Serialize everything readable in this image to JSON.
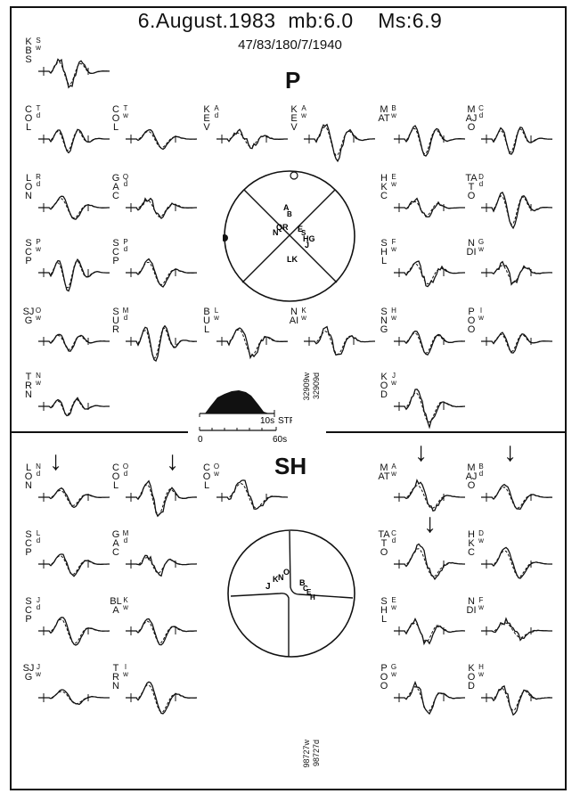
{
  "header": {
    "title": "6.August.1983  mb:6.0    Ms:6.9",
    "subtitle": "47/83/180/7/1940"
  },
  "p_section": {
    "label": "P",
    "stations": [
      {
        "code": "KBS",
        "letter": "S",
        "comp": "w"
      },
      {
        "code": "COL",
        "letter": "T",
        "comp": "d"
      },
      {
        "code": "COL",
        "letter": "T",
        "comp": "w"
      },
      {
        "code": "KEV",
        "letter": "A",
        "comp": "d"
      },
      {
        "code": "KEV",
        "letter": "A",
        "comp": "w"
      },
      {
        "code": "MAT",
        "letter": "B",
        "comp": "w"
      },
      {
        "code": "MAJO",
        "letter": "C",
        "comp": "d"
      },
      {
        "code": "LON",
        "letter": "R",
        "comp": "d"
      },
      {
        "code": "GAC",
        "letter": "Q",
        "comp": "d"
      },
      {
        "code": "HKC",
        "letter": "E",
        "comp": "w"
      },
      {
        "code": "TATO",
        "letter": "D",
        "comp": "d"
      },
      {
        "code": "SCP",
        "letter": "P",
        "comp": "w"
      },
      {
        "code": "SCP",
        "letter": "P",
        "comp": "d"
      },
      {
        "code": "SHL",
        "letter": "F",
        "comp": "w"
      },
      {
        "code": "NDI",
        "letter": "G",
        "comp": "w"
      },
      {
        "code": "SJG",
        "letter": "O",
        "comp": "w"
      },
      {
        "code": "SUR",
        "letter": "M",
        "comp": "d"
      },
      {
        "code": "BUL",
        "letter": "L",
        "comp": "w"
      },
      {
        "code": "NAI",
        "letter": "K",
        "comp": "w"
      },
      {
        "code": "SNG",
        "letter": "H",
        "comp": "w"
      },
      {
        "code": "POO",
        "letter": "I",
        "comp": "w"
      },
      {
        "code": "TRN",
        "letter": "N",
        "comp": "w"
      },
      {
        "code": "KOD",
        "letter": "J",
        "comp": "w"
      }
    ],
    "stf_label": "STF",
    "stf_tick": "10s",
    "time_scale": "60s",
    "time_zero": "0",
    "amp_w": "32909w",
    "amp_d": "32909d"
  },
  "sh_section": {
    "label": "SH",
    "stations": [
      {
        "code": "LON",
        "letter": "N",
        "comp": "d"
      },
      {
        "code": "COL",
        "letter": "O",
        "comp": "d"
      },
      {
        "code": "COL",
        "letter": "O",
        "comp": "w"
      },
      {
        "code": "MAT",
        "letter": "A",
        "comp": "w"
      },
      {
        "code": "MAJO",
        "letter": "B",
        "comp": "d"
      },
      {
        "code": "SCP",
        "letter": "L",
        "comp": "d"
      },
      {
        "code": "GAC",
        "letter": "M",
        "comp": "d"
      },
      {
        "code": "TATO",
        "letter": "C",
        "comp": "d"
      },
      {
        "code": "HKC",
        "letter": "D",
        "comp": "w"
      },
      {
        "code": "SCP",
        "letter": "J",
        "comp": "d"
      },
      {
        "code": "BLA",
        "letter": "K",
        "comp": "w"
      },
      {
        "code": "SHL",
        "letter": "E",
        "comp": "w"
      },
      {
        "code": "NDI",
        "letter": "F",
        "comp": "w"
      },
      {
        "code": "SJG",
        "letter": "J",
        "comp": "w"
      },
      {
        "code": "TRN",
        "letter": "I",
        "comp": "w"
      },
      {
        "code": "POO",
        "letter": "G",
        "comp": "w"
      },
      {
        "code": "KOD",
        "letter": "H",
        "comp": "w"
      }
    ],
    "amp_w": "98727w",
    "amp_d": "98727d"
  }
}
